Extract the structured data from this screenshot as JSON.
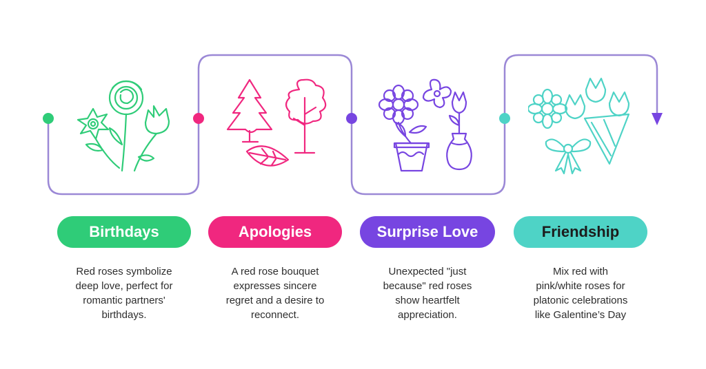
{
  "colors": {
    "line": "#9b88d6",
    "green": "#2fcc78",
    "pink": "#f0277f",
    "purple": "#7745e1",
    "teal": "#4ed3c6"
  },
  "steps": [
    {
      "title": "Birthdays",
      "color": "#2fcc78",
      "icon": "flowers-bouquet-icon",
      "lines": [
        "Red roses symbolize",
        "deep love, perfect for",
        "romantic partners'",
        "birthdays."
      ]
    },
    {
      "title": "Apologies",
      "color": "#f0277f",
      "icon": "trees-and-leaf-icon",
      "lines": [
        "A red rose bouquet",
        "expresses sincere",
        "regret and a desire to",
        "reconnect."
      ]
    },
    {
      "title": "Surprise Love",
      "color": "#7745e1",
      "icon": "potted-flower-and-vase-icon",
      "lines": [
        "Unexpected \"just",
        "because\" red roses",
        "show heartfelt",
        "appreciation."
      ]
    },
    {
      "title": "Friendship",
      "color": "#4ed3c6",
      "icon": "bouquet-with-bow-icon",
      "lines": [
        "Mix red with",
        "pink/white roses for",
        "platonic celebrations",
        "like Galentine’s Day"
      ]
    }
  ]
}
